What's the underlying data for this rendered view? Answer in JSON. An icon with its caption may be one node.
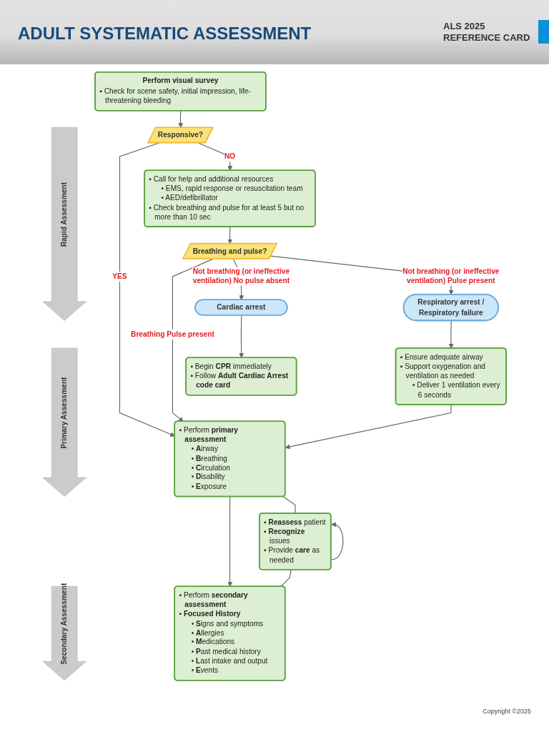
{
  "diagram": {
    "title": "ADULT SYSTEMATIC ASSESSMENT",
    "nodes": [
      {
        "text": [
          "Perform visual survey",
          "▪ Check for scene safety, initial impression, life-threatening bleeding"
        ]
      },
      {
        "text": [
          "Rapid Assessment"
        ]
      },
      {
        "text": [
          "Responsive?"
        ]
      },
      {
        "text": [
          "▪ Call for help and additional resources",
          "• EMS, rapid response or resuscitation team",
          "• AED/defibrillator",
          "▪ Check breathing and pulse for at least 5 but no more than 10 sec"
        ]
      },
      {
        "text": [
          "Breathing and pulse?"
        ]
      },
      {
        "text": [
          "Cardiac arrest"
        ]
      },
      {
        "text": [
          "Respiratory arrest / Respiratory failure"
        ]
      },
      {
        "text": [
          "Primary Assessment"
        ]
      },
      {
        "text": [
          "▪ Perform **primary assessment**",
          "• **A**irway",
          "• **B**reathing",
          "• **C**irculation",
          "• **D**isability",
          "• **E**xposure"
        ]
      },
      {
        "text": [
          "▪ Begin **CPR** immediately",
          "▪ Follow **Adult Cardiac Arrest code card**"
        ]
      },
      {
        "text": [
          "▪ Ensure adequate airway",
          "▪ Support oxygenation and ventilation as needed",
          "• Deliver 1 ventilation every 6 seconds"
        ]
      },
      {
        "text": [
          "▪ **Reassess** patient",
          "▪ **Recognize** issues",
          "▪ Provide **care** as needed"
        ]
      },
      {
        "text": [
          "Secondary Assessment"
        ]
      },
      {
        "text": [
          "▪ Perform **secondary assessment**",
          "▪ **Focused History**",
          "• **S**igns and symptoms",
          "• **A**llergies",
          "• **M**edications",
          "• **P**ast medical history",
          "• **L**ast intake and output",
          "• **E**vents"
        ]
      }
    ],
    "edges": [
      {
        "from": 0,
        "to": 2,
        "arrow": "to"
      },
      {
        "from": 2,
        "to": 8,
        "arrow": "to",
        "label": "YES"
      },
      {
        "from": 2,
        "to": 3,
        "arrow": "to",
        "label": "NO"
      },
      {
        "from": 3,
        "to": 4,
        "arrow": "to"
      },
      {
        "from": 4,
        "to": 8,
        "arrow": "to",
        "label": "Breathing Pulse present"
      },
      {
        "from": 4,
        "to": 5,
        "arrow": "to",
        "label": "Not breathing (or ineffective ventilation) No pulse absent"
      },
      {
        "from": 4,
        "to": 6,
        "arrow": "to",
        "label": "Not breathing (or ineffective ventilation) Pulse present"
      },
      {
        "from": 5,
        "to": 9,
        "arrow": "to"
      },
      {
        "from": 6,
        "to": 10,
        "arrow": "to"
      },
      {
        "from": 10,
        "to": 8,
        "arrow": "to"
      },
      {
        "from": 8,
        "to": 13,
        "arrow": "to"
      },
      {
        "from": 8,
        "to": 11,
        "arrow": "none"
      },
      {
        "from": 11,
        "to": 13,
        "arrow": "none"
      },
      {
        "from": 11,
        "to": 11,
        "arrow": "to"
      }
    ],
    "labels": [
      "ALS 2025 REFERENCE CARD",
      "Copyright ©2025"
    ]
  }
}
